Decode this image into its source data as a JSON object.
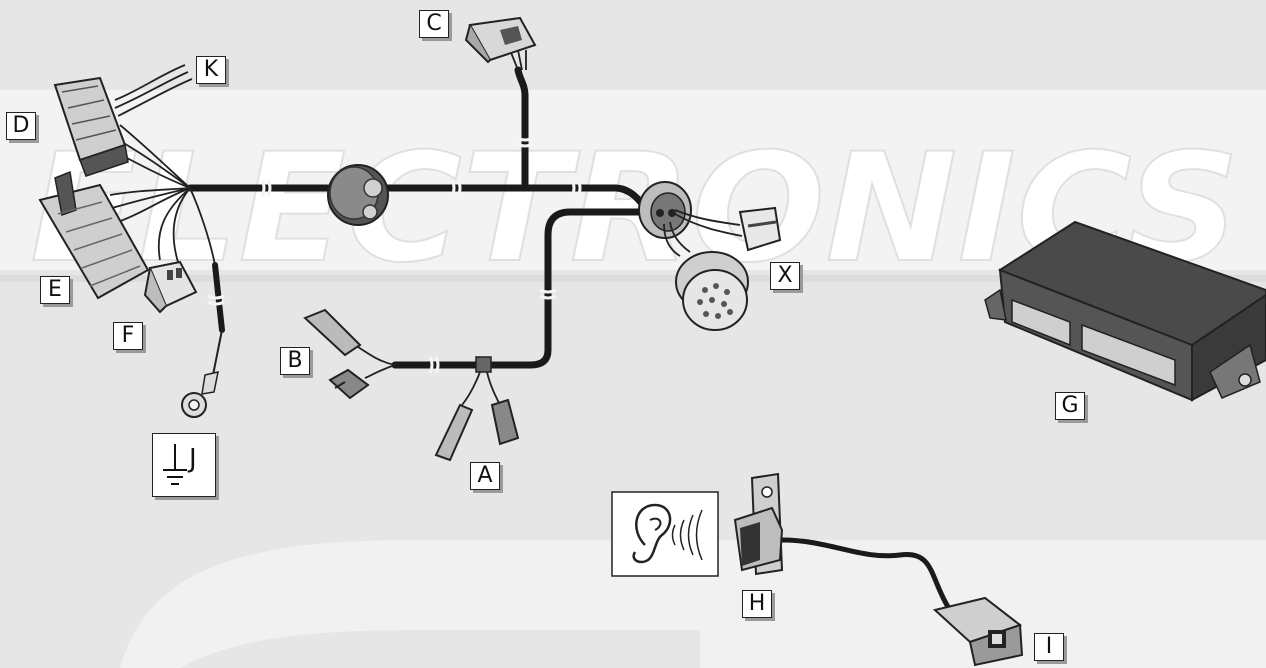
{
  "watermark": "ELECTRONICS",
  "components": [
    {
      "id": "A",
      "label": "A"
    },
    {
      "id": "B",
      "label": "B"
    },
    {
      "id": "C",
      "label": "C"
    },
    {
      "id": "D",
      "label": "D"
    },
    {
      "id": "E",
      "label": "E"
    },
    {
      "id": "F",
      "label": "F"
    },
    {
      "id": "G",
      "label": "G"
    },
    {
      "id": "H",
      "label": "H"
    },
    {
      "id": "I",
      "label": "I"
    },
    {
      "id": "J",
      "label": "J"
    },
    {
      "id": "K",
      "label": "K"
    },
    {
      "id": "X",
      "label": "X"
    }
  ],
  "icons": [
    "ground-symbol-icon",
    "ear-sound-icon"
  ],
  "colors": {
    "background": "#e6e6e6",
    "band": "#f3f3f3",
    "wire": "#1a1a1a",
    "connector": "#d8d8d8",
    "module": "#4a4a4a"
  }
}
